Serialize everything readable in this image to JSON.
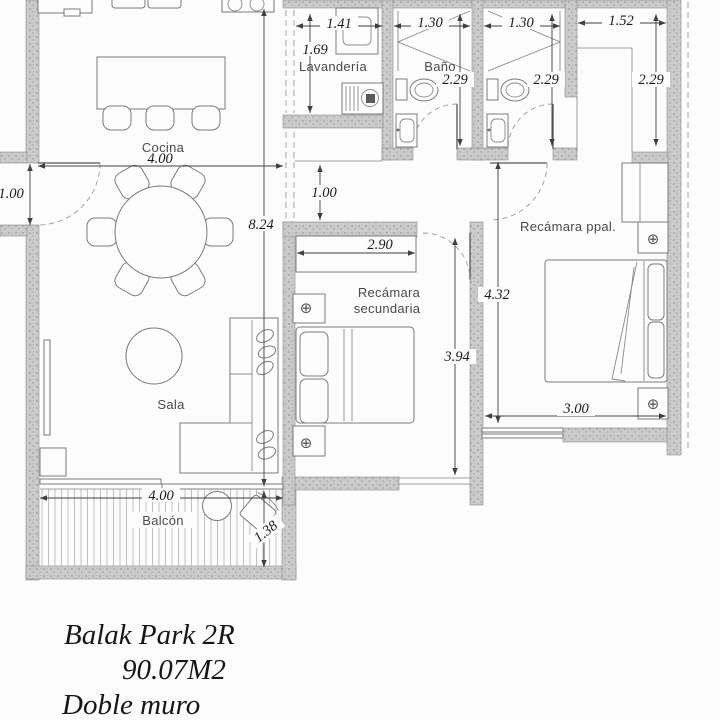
{
  "rooms": {
    "cocina": "Cocina",
    "lavanderia": "Lavandería",
    "bano": "Baño",
    "recamara_ppal": "Recámara ppal.",
    "recamara_sec_line1": "Recámara",
    "recamara_sec_line2": "secundaria",
    "sala": "Sala",
    "balcon": "Balcón"
  },
  "dims": {
    "cocina_w": "4.00",
    "entry_w": "1.00",
    "left_h": "8.24",
    "lav_w": "1.41",
    "lav_h": "1.69",
    "bano1_w": "1.30",
    "bano1_h": "2.29",
    "bano2_w": "1.30",
    "bano2_h": "2.29",
    "closet_w": "1.52",
    "closet_h": "2.29",
    "hall_w": "1.00",
    "sec_w": "2.90",
    "sec_h": "3.94",
    "ppal_h": "4.32",
    "ppal_w": "3.00",
    "balcon_w": "4.00",
    "balcon_d": "1.38"
  },
  "symbols": {
    "light": "⊕"
  },
  "footer": {
    "project": "Balak Park 2R",
    "area": "90.07M2",
    "note": "Doble muro"
  },
  "colors": {
    "wall": "#cbcbcb",
    "line": "#3f3f3f",
    "background": "#fcfcfc"
  }
}
